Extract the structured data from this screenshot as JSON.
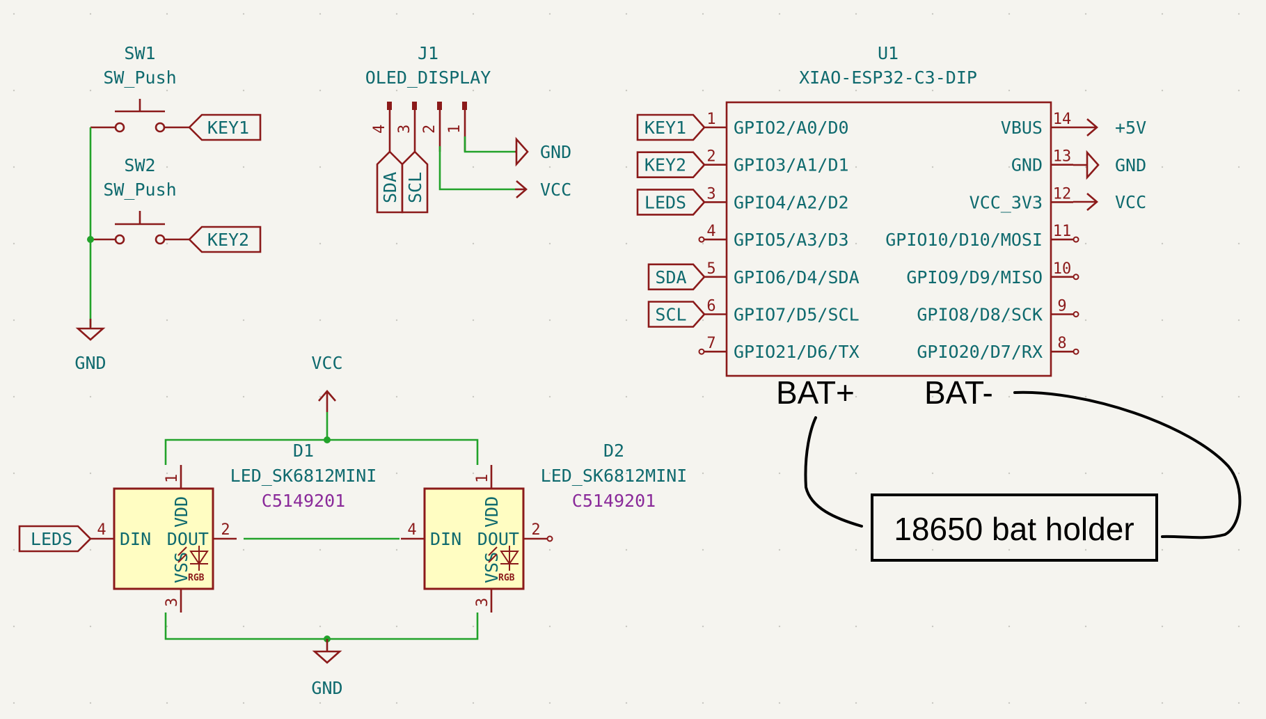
{
  "switches": [
    {
      "ref": "SW1",
      "value": "SW_Push",
      "label": "KEY1"
    },
    {
      "ref": "SW2",
      "value": "SW_Push",
      "label": "KEY2"
    }
  ],
  "connector": {
    "ref": "J1",
    "value": "OLED_DISPLAY",
    "pins": [
      "4",
      "3",
      "2",
      "1"
    ],
    "labels": {
      "sda": "SDA",
      "scl": "SCL"
    }
  },
  "mcu": {
    "ref": "U1",
    "value": "XIAO-ESP32-C3-DIP",
    "left_pins": [
      {
        "num": "1",
        "name": "GPIO2/A0/D0",
        "label": "KEY1"
      },
      {
        "num": "2",
        "name": "GPIO3/A1/D1",
        "label": "KEY2"
      },
      {
        "num": "3",
        "name": "GPIO4/A2/D2",
        "label": "LEDS"
      },
      {
        "num": "4",
        "name": "GPIO5/A3/D3",
        "label": ""
      },
      {
        "num": "5",
        "name": "GPIO6/D4/SDA",
        "label": "SDA"
      },
      {
        "num": "6",
        "name": "GPIO7/D5/SCL",
        "label": "SCL"
      },
      {
        "num": "7",
        "name": "GPIO21/D6/TX",
        "label": ""
      }
    ],
    "right_pins": [
      {
        "num": "14",
        "name": "VBUS",
        "net": "+5V"
      },
      {
        "num": "13",
        "name": "GND",
        "net": "GND"
      },
      {
        "num": "12",
        "name": "VCC_3V3",
        "net": "VCC"
      },
      {
        "num": "11",
        "name": "GPIO10/D10/MOSI",
        "net": ""
      },
      {
        "num": "10",
        "name": "GPIO9/D9/MISO",
        "net": ""
      },
      {
        "num": "9",
        "name": "GPIO8/D8/SCK",
        "net": ""
      },
      {
        "num": "8",
        "name": "GPIO20/D7/RX",
        "net": ""
      }
    ]
  },
  "leds": [
    {
      "ref": "D1",
      "value": "LED_SK6812MINI",
      "lcsc": "C5149201"
    },
    {
      "ref": "D2",
      "value": "LED_SK6812MINI",
      "lcsc": "C5149201"
    }
  ],
  "led_pins": {
    "vdd": "VDD",
    "vss": "VSS",
    "din": "DIN",
    "dout": "DOUT",
    "rgb": "RGB",
    "p1": "1",
    "p2": "2",
    "p3": "3",
    "p4": "4"
  },
  "nets": {
    "gnd": "GND",
    "vcc": "VCC",
    "leds": "LEDS"
  },
  "annotations": {
    "bat_plus": "BAT+",
    "bat_minus": "BAT-",
    "holder": "18650 bat holder"
  },
  "colors": {
    "background": "#f5f4ef",
    "wire": "#22a22a",
    "symbol": "#8b1a1a",
    "text": "#0f6a6e",
    "led_fill": "#fffdc2"
  }
}
